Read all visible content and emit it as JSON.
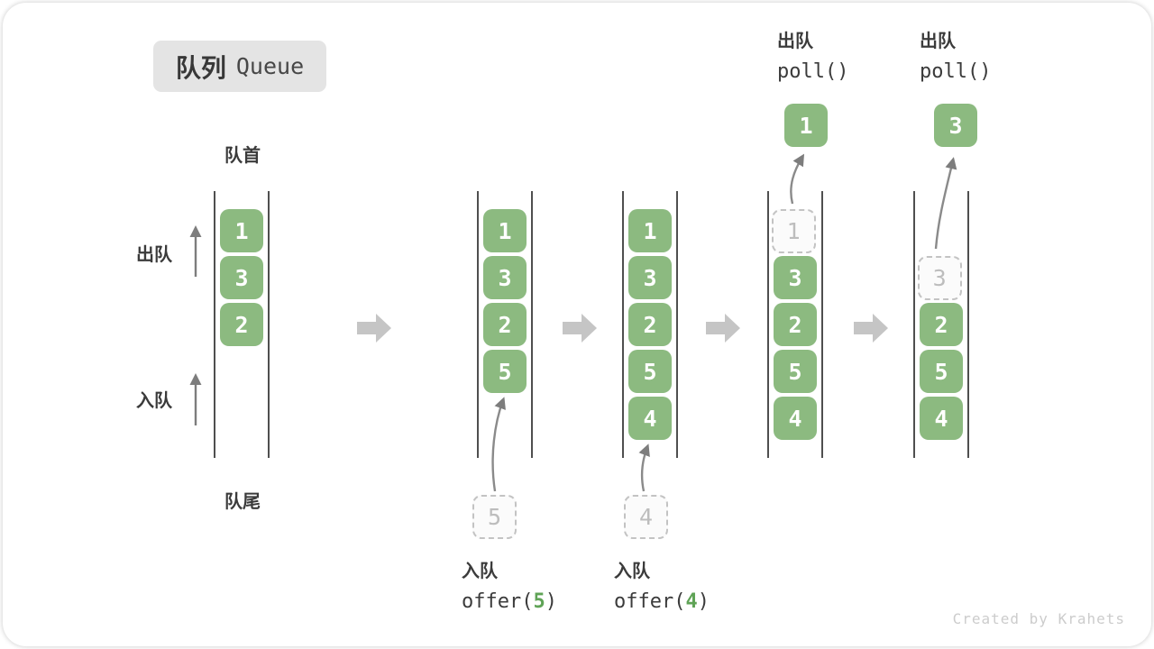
{
  "title": {
    "zh": "队列",
    "en": "Queue"
  },
  "labels": {
    "front": "队首",
    "rear": "队尾",
    "dequeue": "出队",
    "enqueue": "入队"
  },
  "queues": [
    {
      "cells": [
        "1",
        "3",
        "2"
      ]
    },
    {
      "cells": [
        "1",
        "3",
        "2",
        "5"
      ],
      "ghost": "5",
      "op": "入队",
      "code": {
        "pre": "offer(",
        "arg": "5",
        "post": ")"
      }
    },
    {
      "cells": [
        "1",
        "3",
        "2",
        "5",
        "4"
      ],
      "ghost": "4",
      "op": "入队",
      "code": {
        "pre": "offer(",
        "arg": "4",
        "post": ")"
      }
    },
    {
      "cells": [
        "3",
        "2",
        "5",
        "4"
      ],
      "ghost": "1",
      "popped": "1",
      "op": "出队",
      "code_full": "poll()"
    },
    {
      "cells": [
        "2",
        "5",
        "4"
      ],
      "ghost": "3",
      "popped": "3",
      "op": "出队",
      "code_full": "poll()"
    }
  ],
  "watermark": "Created by Krahets",
  "colors": {
    "box_green": "#8cba80",
    "code_green": "#5fa356",
    "ghost_gray": "#c3c3c3",
    "wall_gray": "#4f4f4f",
    "block_arrow_gray": "#c5c5c5",
    "thin_arrow_gray": "#7d7d7d",
    "badge_bg": "#e4e4e4",
    "text_dark": "#3b3b3b",
    "watermark_gray": "#cccccc"
  }
}
